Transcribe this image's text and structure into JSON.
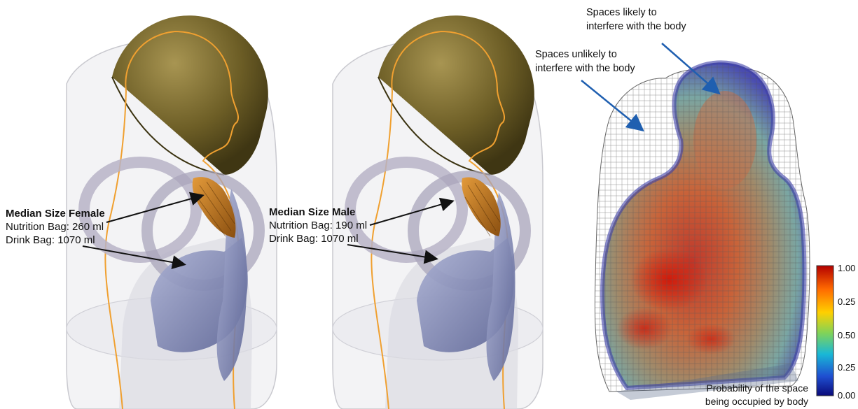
{
  "panels": [
    {
      "id": "female",
      "title": "Median Size Female",
      "nutrition": "Nutrition Bag:  260 ml",
      "drink": "Drink Bag: 1070 ml"
    },
    {
      "id": "male",
      "title": "Median Size Male",
      "nutrition": "Nutrition Bag:  190 ml",
      "drink": "Drink Bag: 1070 ml"
    }
  ],
  "heatmap": {
    "callout_likely_line1": "Spaces likely to",
    "callout_likely_line2": "interfere with the body",
    "callout_unlikely_line1": "Spaces unlikely to",
    "callout_unlikely_line2": "interfere with the body",
    "colorbar": {
      "ticks": [
        "1.00",
        "0.25",
        "0.50",
        "0.25",
        "0.00"
      ],
      "caption_line1": "Probability of the space",
      "caption_line2": "being occupied by body",
      "colors": [
        "#b30000",
        "#ff6a00",
        "#ffd000",
        "#7fd35a",
        "#19b8d6",
        "#1f4fd1",
        "#0a0a7a"
      ]
    }
  },
  "colors": {
    "helmet": "#7a6a2c",
    "outline": "#f0a030",
    "bag_blue": "#7d86b3",
    "bag_orange": "#c47a1e"
  }
}
